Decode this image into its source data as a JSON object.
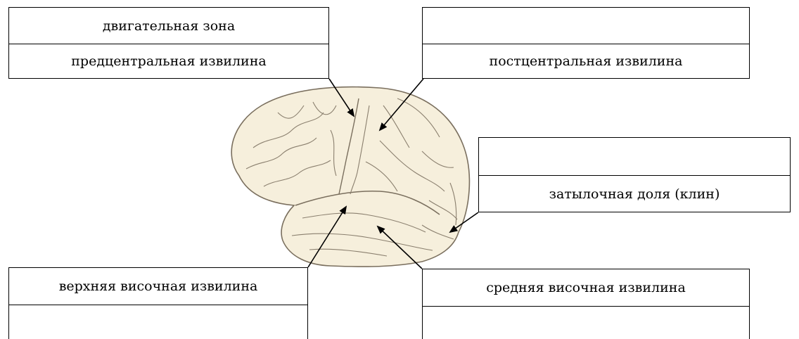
{
  "labels": {
    "top_left": {
      "row1": "двигательная зона",
      "row2": "предцентральная извилина"
    },
    "top_right": {
      "row1": "",
      "row2": "постцентральная извилина"
    },
    "mid_right": {
      "row1": "",
      "row2": "затылочная доля (клин)"
    },
    "bottom_left": {
      "row1": "верхняя височная извилина",
      "row2": ""
    },
    "bottom_right": {
      "row1": "средняя височная извилина",
      "row2": ""
    }
  },
  "colors": {
    "brain_fill": "#f6efdc",
    "brain_stroke": "#7a6f5e",
    "line": "#000000"
  }
}
